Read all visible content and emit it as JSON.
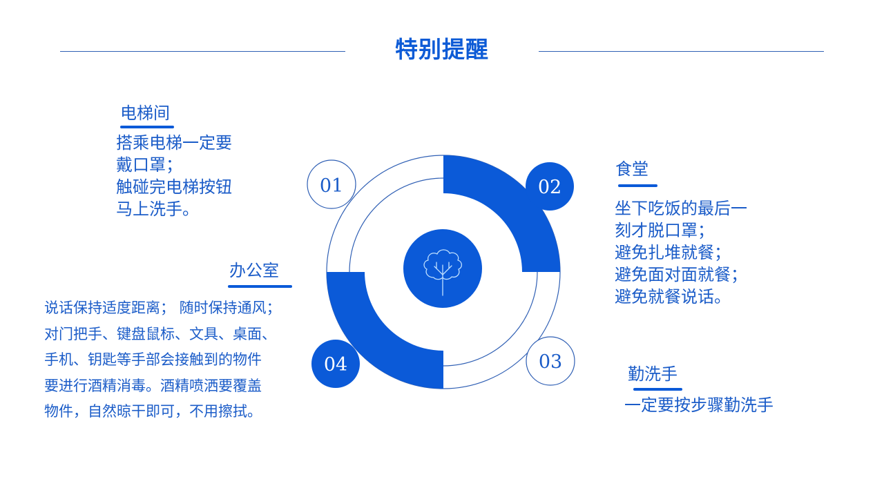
{
  "header": {
    "title": "特别提醒"
  },
  "colors": {
    "primary": "#0b5ad8",
    "text": "#1b5cc8",
    "line": "#2f5fb4",
    "icon_stroke": "#bfe0ff"
  },
  "diagram": {
    "center_icon": "tree-icon",
    "steps": [
      {
        "number": "01",
        "style": "outline"
      },
      {
        "number": "02",
        "style": "filled"
      },
      {
        "number": "03",
        "style": "outline"
      },
      {
        "number": "04",
        "style": "filled"
      }
    ]
  },
  "sections": {
    "elevator": {
      "heading": "电梯间",
      "lines": [
        "搭乘电梯一定要",
        "戴口罩；",
        "触碰完电梯按钮",
        "马上洗手。"
      ]
    },
    "canteen": {
      "heading": "食堂",
      "lines": [
        "坐下吃饭的最后一",
        "刻才脱口罩；",
        "避免扎堆就餐；",
        "避免面对面就餐；",
        "避免就餐说话。"
      ]
    },
    "office": {
      "heading": "办公室",
      "lines": [
        "说话保持适度距离； 随时保持通风；",
        "对门把手、键盘鼠标、文具、桌面、",
        "手机、钥匙等手部会接触到的物件",
        "要进行酒精消毒。酒精喷洒要覆盖",
        "物件，自然晾干即可，不用擦拭。"
      ]
    },
    "handwash": {
      "heading": "勤洗手",
      "lines": [
        "一定要按步骤勤洗手"
      ]
    }
  }
}
